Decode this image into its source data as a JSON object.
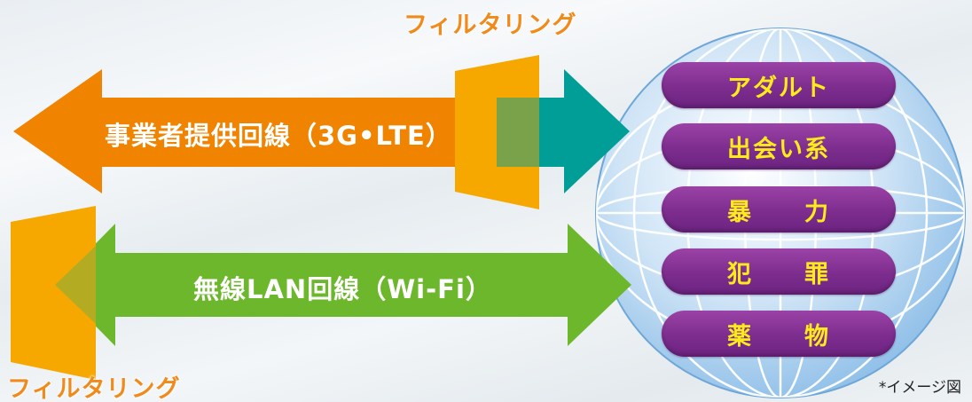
{
  "labels": {
    "filter_top": "フィルタリング",
    "filter_bottom": "フィルタリング",
    "carrier_line": "事業者提供回線（3G•LTE）",
    "wifi_line": "無線LAN回線（Wi-Fi）",
    "note": "*イメージ図"
  },
  "categories": [
    {
      "label": "アダルト"
    },
    {
      "label": "出会い系"
    },
    {
      "label": "暴　　力"
    },
    {
      "label": "犯　　罪"
    },
    {
      "label": "薬　　物"
    }
  ],
  "colors": {
    "carrier_arrow": "#f08300",
    "carrier_arrow_right": "#009e96",
    "wifi_arrow": "#6db72c",
    "filter_panel": "#f6a800",
    "category_bg": "#7d2d8e",
    "category_text": "#ffeb1a",
    "globe": "#a9d0f0"
  }
}
